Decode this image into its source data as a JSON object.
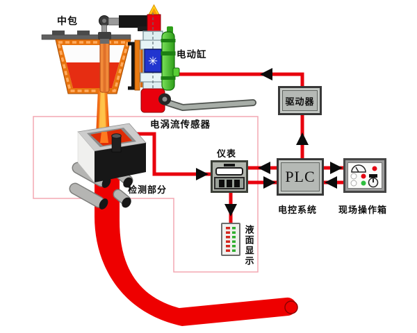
{
  "diagram_labels": {
    "tundish": "中包",
    "electric_cylinder": "电动缸",
    "driver": "驱动器",
    "eddy_current_sensor": "电涡流传感器",
    "instrument": "仪表",
    "plc": "PLC",
    "control_system": "电控系统",
    "field_operation_box": "现场操作箱",
    "detection_part": "检测部分",
    "liquid_level_display": "液面显示"
  },
  "symbols": {
    "impeller_mark": "✳"
  },
  "colors": {
    "signal_line_red": "#e8000d",
    "strand_red": "#ee0000",
    "detection_outline_pink": "#f3a7b2",
    "cylinder_green": "#3fbf22",
    "valve_blue": "#2135cf",
    "stopper_orange": "#f28b3a",
    "panel_gray": "#b5b9b5",
    "led_red": "#d3251d",
    "led_green": "#2fae2f"
  }
}
